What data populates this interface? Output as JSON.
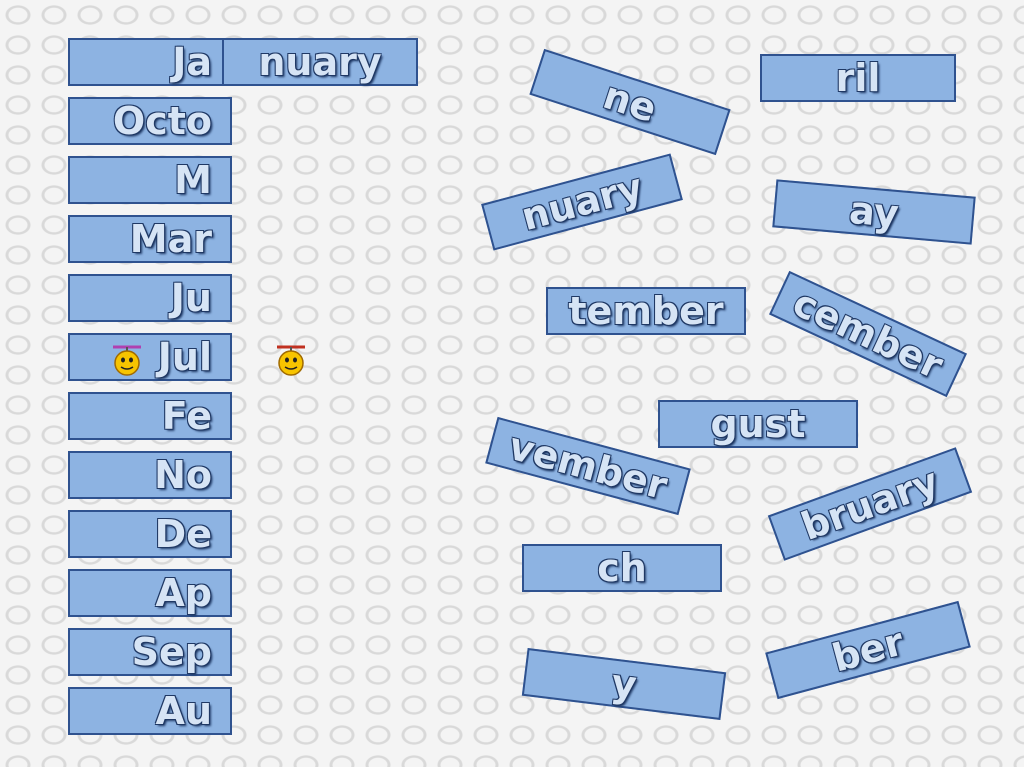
{
  "left_tiles": [
    "Ja",
    "Octo",
    "M",
    "Mar",
    "Ju",
    "Jul",
    "Fe",
    "No",
    "De",
    "Ap",
    "Sep",
    "Au"
  ],
  "placed_tile": "nuary",
  "right_tiles": {
    "ne": "ne",
    "ril": "ril",
    "nuary": "nuary",
    "ay": "ay",
    "tember": "tember",
    "cember": "cember",
    "gust": "gust",
    "vember": "vember",
    "bruary": "bruary",
    "ch": "ch",
    "y": "y",
    "ber": "ber"
  },
  "colors": {
    "tile_fill": "#8db3e2",
    "tile_border": "#2f528f",
    "text_outline": "#1f3864"
  },
  "icons": [
    "smiley-helicopter-icon",
    "smiley-helicopter-icon"
  ]
}
